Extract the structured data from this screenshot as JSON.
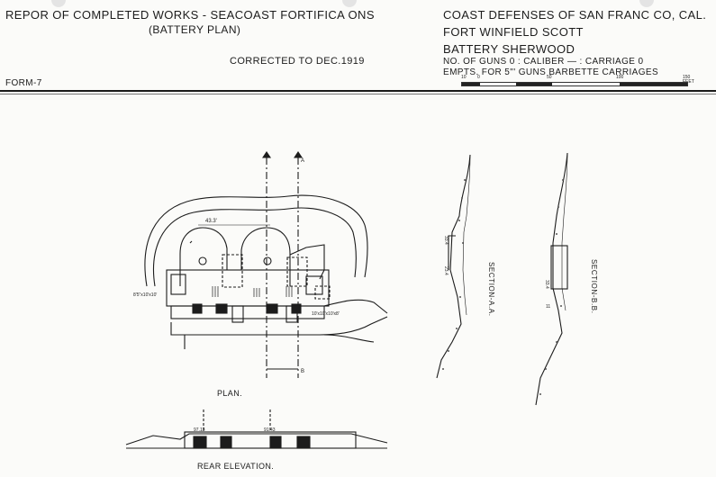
{
  "header": {
    "left_title": "REPOR  OF COMPLETED WORKS - SEACOAST FORTIFICA  ONS",
    "left_subtitle": "(BATTERY PLAN)",
    "corrected": "CORRECTED TO DEC.1919",
    "form": "FORM-7",
    "right_line1": "COAST DEFENSES OF SAN FRANC  CO, CAL.",
    "right_line2": "FORT WINFIELD SCOTT",
    "right_line3": "BATTERY SHERWOOD",
    "right_line4": "NO. OF GUNS 0 : CALIBER — : CARRIAGE 0",
    "right_line5": "EMPTS. FOR 5\"' GUNS BARBETTE CARRIAGES"
  },
  "scale": {
    "labels": [
      "10",
      "0",
      "50",
      "100",
      "150 FEET"
    ]
  },
  "drawing": {
    "plan_caption": "PLAN.",
    "rear_caption": "REAR ELEVATION.",
    "section_a": "SECTION-A.A.",
    "section_b": "SECTION-B.B.",
    "dimension_width": "43.3'",
    "dimension_left": "8'5\"x10'x10'",
    "dimension_right": "10'x10'x10'x8'",
    "marker_a": "A",
    "marker_b": "B",
    "elev_a1": "33.4",
    "elev_a2": "23.4",
    "elev_b1": "33.4",
    "elev_b2": "11",
    "rear_label1": "97.13",
    "rear_label2": "91.43"
  },
  "colors": {
    "ink": "#1c1c1c",
    "paper": "#fbfbf9"
  }
}
